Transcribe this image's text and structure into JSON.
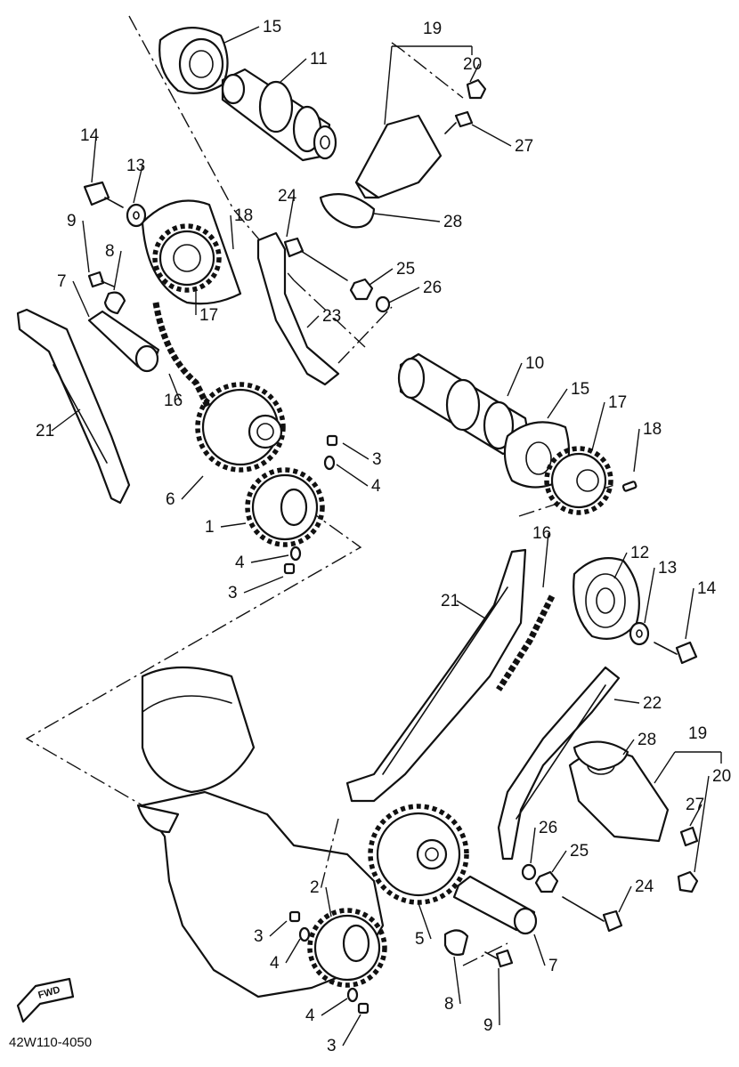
{
  "diagram": {
    "figure_code": "42W110-4050",
    "direction_badge": "FWD",
    "callouts": [
      {
        "id": "c15a",
        "text": "15"
      },
      {
        "id": "c11",
        "text": "11"
      },
      {
        "id": "c19a",
        "text": "19"
      },
      {
        "id": "c20a",
        "text": "20"
      },
      {
        "id": "c27a",
        "text": "27"
      },
      {
        "id": "c28a",
        "text": "28"
      },
      {
        "id": "c14a",
        "text": "14"
      },
      {
        "id": "c13a",
        "text": "13"
      },
      {
        "id": "c9a",
        "text": "9"
      },
      {
        "id": "c8a",
        "text": "8"
      },
      {
        "id": "c7a",
        "text": "7"
      },
      {
        "id": "c18a",
        "text": "18"
      },
      {
        "id": "c24a",
        "text": "24"
      },
      {
        "id": "c25a",
        "text": "25"
      },
      {
        "id": "c26a",
        "text": "26"
      },
      {
        "id": "c17a",
        "text": "17"
      },
      {
        "id": "c23",
        "text": "23"
      },
      {
        "id": "c16a",
        "text": "16"
      },
      {
        "id": "c21a",
        "text": "21"
      },
      {
        "id": "c10",
        "text": "10"
      },
      {
        "id": "c15b",
        "text": "15"
      },
      {
        "id": "c17b",
        "text": "17"
      },
      {
        "id": "c18b",
        "text": "18"
      },
      {
        "id": "c3a",
        "text": "3"
      },
      {
        "id": "c4a",
        "text": "4"
      },
      {
        "id": "c6",
        "text": "6"
      },
      {
        "id": "c1",
        "text": "1"
      },
      {
        "id": "c4b",
        "text": "4"
      },
      {
        "id": "c3b",
        "text": "3"
      },
      {
        "id": "c16b",
        "text": "16"
      },
      {
        "id": "c12",
        "text": "12"
      },
      {
        "id": "c13b",
        "text": "13"
      },
      {
        "id": "c14b",
        "text": "14"
      },
      {
        "id": "c21b",
        "text": "21"
      },
      {
        "id": "c22",
        "text": "22"
      },
      {
        "id": "c28b",
        "text": "28"
      },
      {
        "id": "c19b",
        "text": "19"
      },
      {
        "id": "c20b",
        "text": "20"
      },
      {
        "id": "c27b",
        "text": "27"
      },
      {
        "id": "c26b",
        "text": "26"
      },
      {
        "id": "c25b",
        "text": "25"
      },
      {
        "id": "c24b",
        "text": "24"
      },
      {
        "id": "c2",
        "text": "2"
      },
      {
        "id": "c3c",
        "text": "3"
      },
      {
        "id": "c4c",
        "text": "4"
      },
      {
        "id": "c5",
        "text": "5"
      },
      {
        "id": "c7b",
        "text": "7"
      },
      {
        "id": "c8b",
        "text": "8"
      },
      {
        "id": "c9b",
        "text": "9"
      },
      {
        "id": "c4d",
        "text": "4"
      },
      {
        "id": "c3d",
        "text": "3"
      }
    ]
  }
}
